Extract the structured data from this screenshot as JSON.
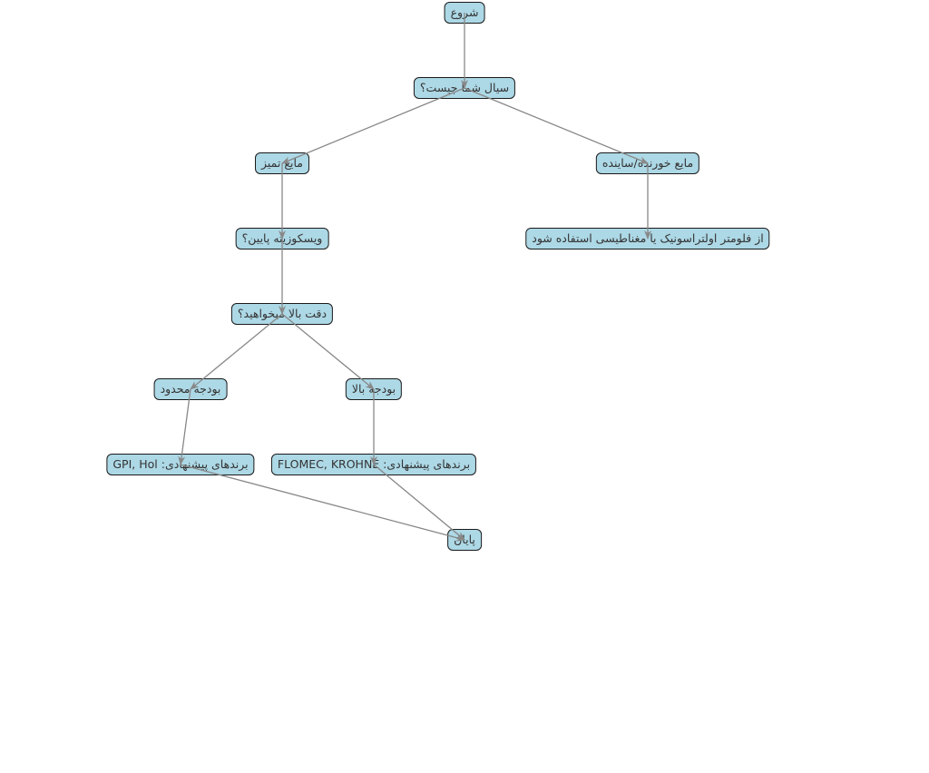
{
  "diagram": {
    "type": "flowchart",
    "colors": {
      "node_fill": "#add8e6",
      "node_border": "#1a1a1a",
      "node_text": "#333333",
      "edge": "#888888"
    },
    "nodes": {
      "start": "شروع",
      "question_fluid": "سیال شما چیست؟",
      "clean_liquid": "مایع تمیز",
      "corrosive_liquid": "مایع خورنده/ساینده",
      "low_viscosity": "ویسکوزیته پایین؟",
      "use_ultrasonic": "از فلومتر اولتراسونیک یا مغناطیسی استفاده شود",
      "high_accuracy": "دقت بالا میخواهید؟",
      "limited_budget": "بودجه محدود",
      "high_budget": "بودجه بالا",
      "brands_low": "برندهای پیشنهادی: GPI, Hol",
      "brands_high": "برندهای پیشنهادی: FLOMEC, KROHNE",
      "end": "پایان"
    },
    "edges": [
      [
        "start",
        "question_fluid"
      ],
      [
        "question_fluid",
        "clean_liquid"
      ],
      [
        "question_fluid",
        "corrosive_liquid"
      ],
      [
        "clean_liquid",
        "low_viscosity"
      ],
      [
        "corrosive_liquid",
        "use_ultrasonic"
      ],
      [
        "low_viscosity",
        "high_accuracy"
      ],
      [
        "high_accuracy",
        "limited_budget"
      ],
      [
        "high_accuracy",
        "high_budget"
      ],
      [
        "limited_budget",
        "brands_low"
      ],
      [
        "high_budget",
        "brands_high"
      ],
      [
        "brands_low",
        "end"
      ],
      [
        "brands_high",
        "end"
      ]
    ]
  }
}
